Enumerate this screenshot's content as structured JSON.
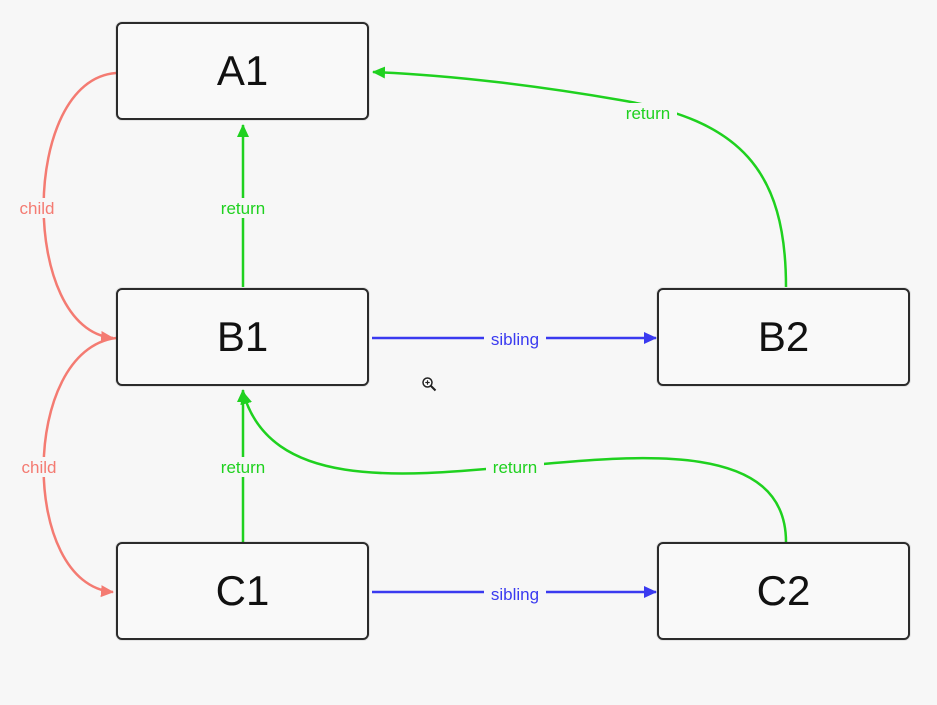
{
  "nodes": {
    "a1": "A1",
    "b1": "B1",
    "b2": "B2",
    "c1": "C1",
    "c2": "C2"
  },
  "edges": {
    "child_a1_b1": "child",
    "child_b1_c1": "child",
    "return_b1_a1": "return",
    "return_b2_a1": "return",
    "return_c1_b1": "return",
    "return_c2_b1": "return",
    "sibling_b1_b2": "sibling",
    "sibling_c1_c2": "sibling"
  },
  "colors": {
    "child": "#f47b72",
    "return": "#1fd11f",
    "sibling": "#3a3af0"
  },
  "cursor_icon": "zoom-in-icon"
}
